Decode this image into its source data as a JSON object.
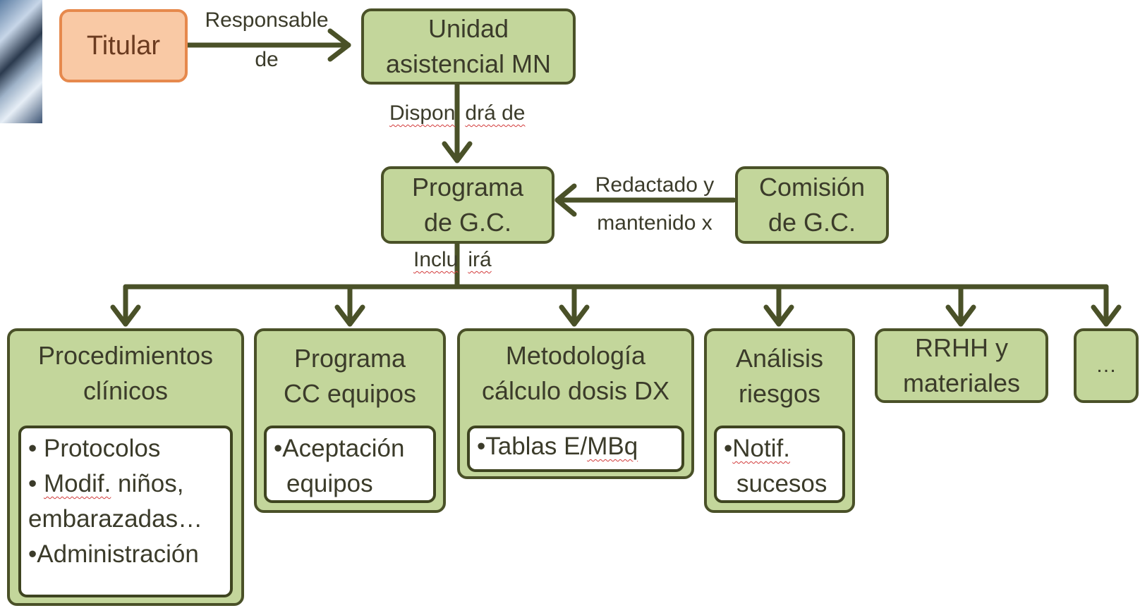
{
  "top": {
    "titular": "Titular",
    "responsable_l1": "Responsable",
    "responsable_l2": "de",
    "unidad_l1": "Unidad",
    "unidad_l2": "asistencial MN",
    "dispondra_a": "Dispon",
    "dispondra_b": "drá de"
  },
  "middle": {
    "programa_l1": "Programa",
    "programa_l2": "de G.C.",
    "redactado_l1": "Redactado y",
    "redactado_l2": "mantenido x",
    "comision_l1": "Comisión",
    "comision_l2": "de G.C.",
    "incluira_a": "Inclu",
    "incluira_b": "irá"
  },
  "categories": {
    "procedimientos": {
      "l1": "Procedimientos",
      "l2": "clínicos",
      "items": [
        "•  Protocolos",
        "• ",
        "Modif.",
        " niños,",
        "embarazadas…",
        "•Administración"
      ]
    },
    "cc_equipos": {
      "l1": "Programa",
      "l2": "CC equipos",
      "items": [
        "•Aceptación",
        "equipos"
      ]
    },
    "metodologia": {
      "l1": "Metodología",
      "l2": "cálculo dosis DX",
      "items": [
        "•Tablas E/",
        "MBq"
      ]
    },
    "analisis": {
      "l1": "Análisis",
      "l2": "riesgos",
      "items": [
        "•",
        "Notif.",
        "sucesos"
      ]
    },
    "rrhh": {
      "l1": "RRHH y",
      "l2": "materiales"
    },
    "more": {
      "l1": "…"
    }
  },
  "colors": {
    "box_fill": "#c3d69b",
    "box_border": "#4a5128",
    "titular_fill": "#f9c9a5",
    "titular_border": "#e6894d",
    "arrow": "#4a5128"
  }
}
